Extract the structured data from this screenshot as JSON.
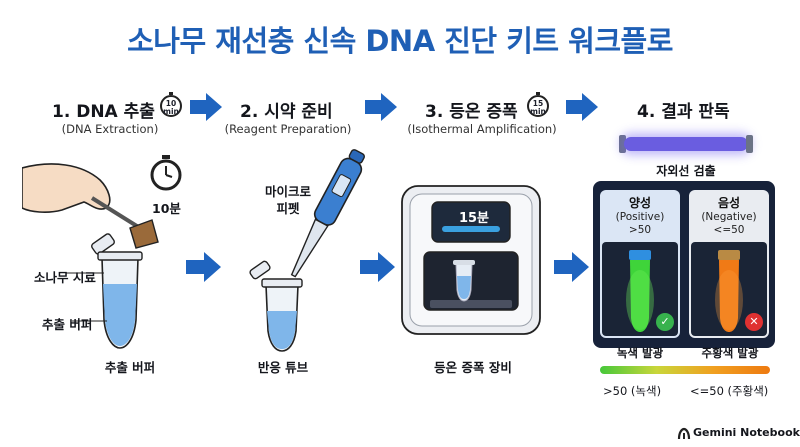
{
  "title": "소나무 재선충 신속 DNA 진단 키트 워크플로",
  "steps": [
    {
      "title": "1. DNA 추출",
      "subtitle": "(DNA Extraction)",
      "timer_value": "10",
      "timer_unit": "min"
    },
    {
      "title": "2. 시약 준비",
      "subtitle": "(Reagent Preparation)"
    },
    {
      "title": "3. 등온 증폭",
      "subtitle": "(Isothermal Amplification)",
      "timer_value": "15",
      "timer_unit": "min"
    },
    {
      "title": "4. 결과 판독"
    }
  ],
  "extraction": {
    "stopwatch_label": "10분",
    "sample_label": "소나무 시료",
    "buffer_label": "추출 버퍼",
    "tube_caption": "추출 버퍼"
  },
  "reagent": {
    "pipette_label": "마이크로\n피펫",
    "tube_caption": "반응 튜브"
  },
  "amplification": {
    "screen_text": "15분",
    "device_caption": "등온 증폭 장비"
  },
  "readout": {
    "uv_label": "자외선 검출",
    "positive": {
      "title": "양성",
      "subtitle": "(Positive)",
      "threshold": ">50",
      "caption": "녹색 발광",
      "badge": "✓",
      "color": "#3fd43a"
    },
    "negative": {
      "title": "음성",
      "subtitle": "(Negative)",
      "threshold": "<=50",
      "caption": "주황색 발광",
      "badge": "✕",
      "color": "#f07a16"
    },
    "legend_left": ">50 (녹색)",
    "legend_right": "<=50 (주황색)"
  },
  "footer": {
    "brand": "Gemini Notebook"
  },
  "colors": {
    "accent": "#1f5fb5",
    "arrow": "#1f64bf",
    "positive": "#3fd43a",
    "negative": "#f07a16",
    "uv": "#6a5de0"
  }
}
